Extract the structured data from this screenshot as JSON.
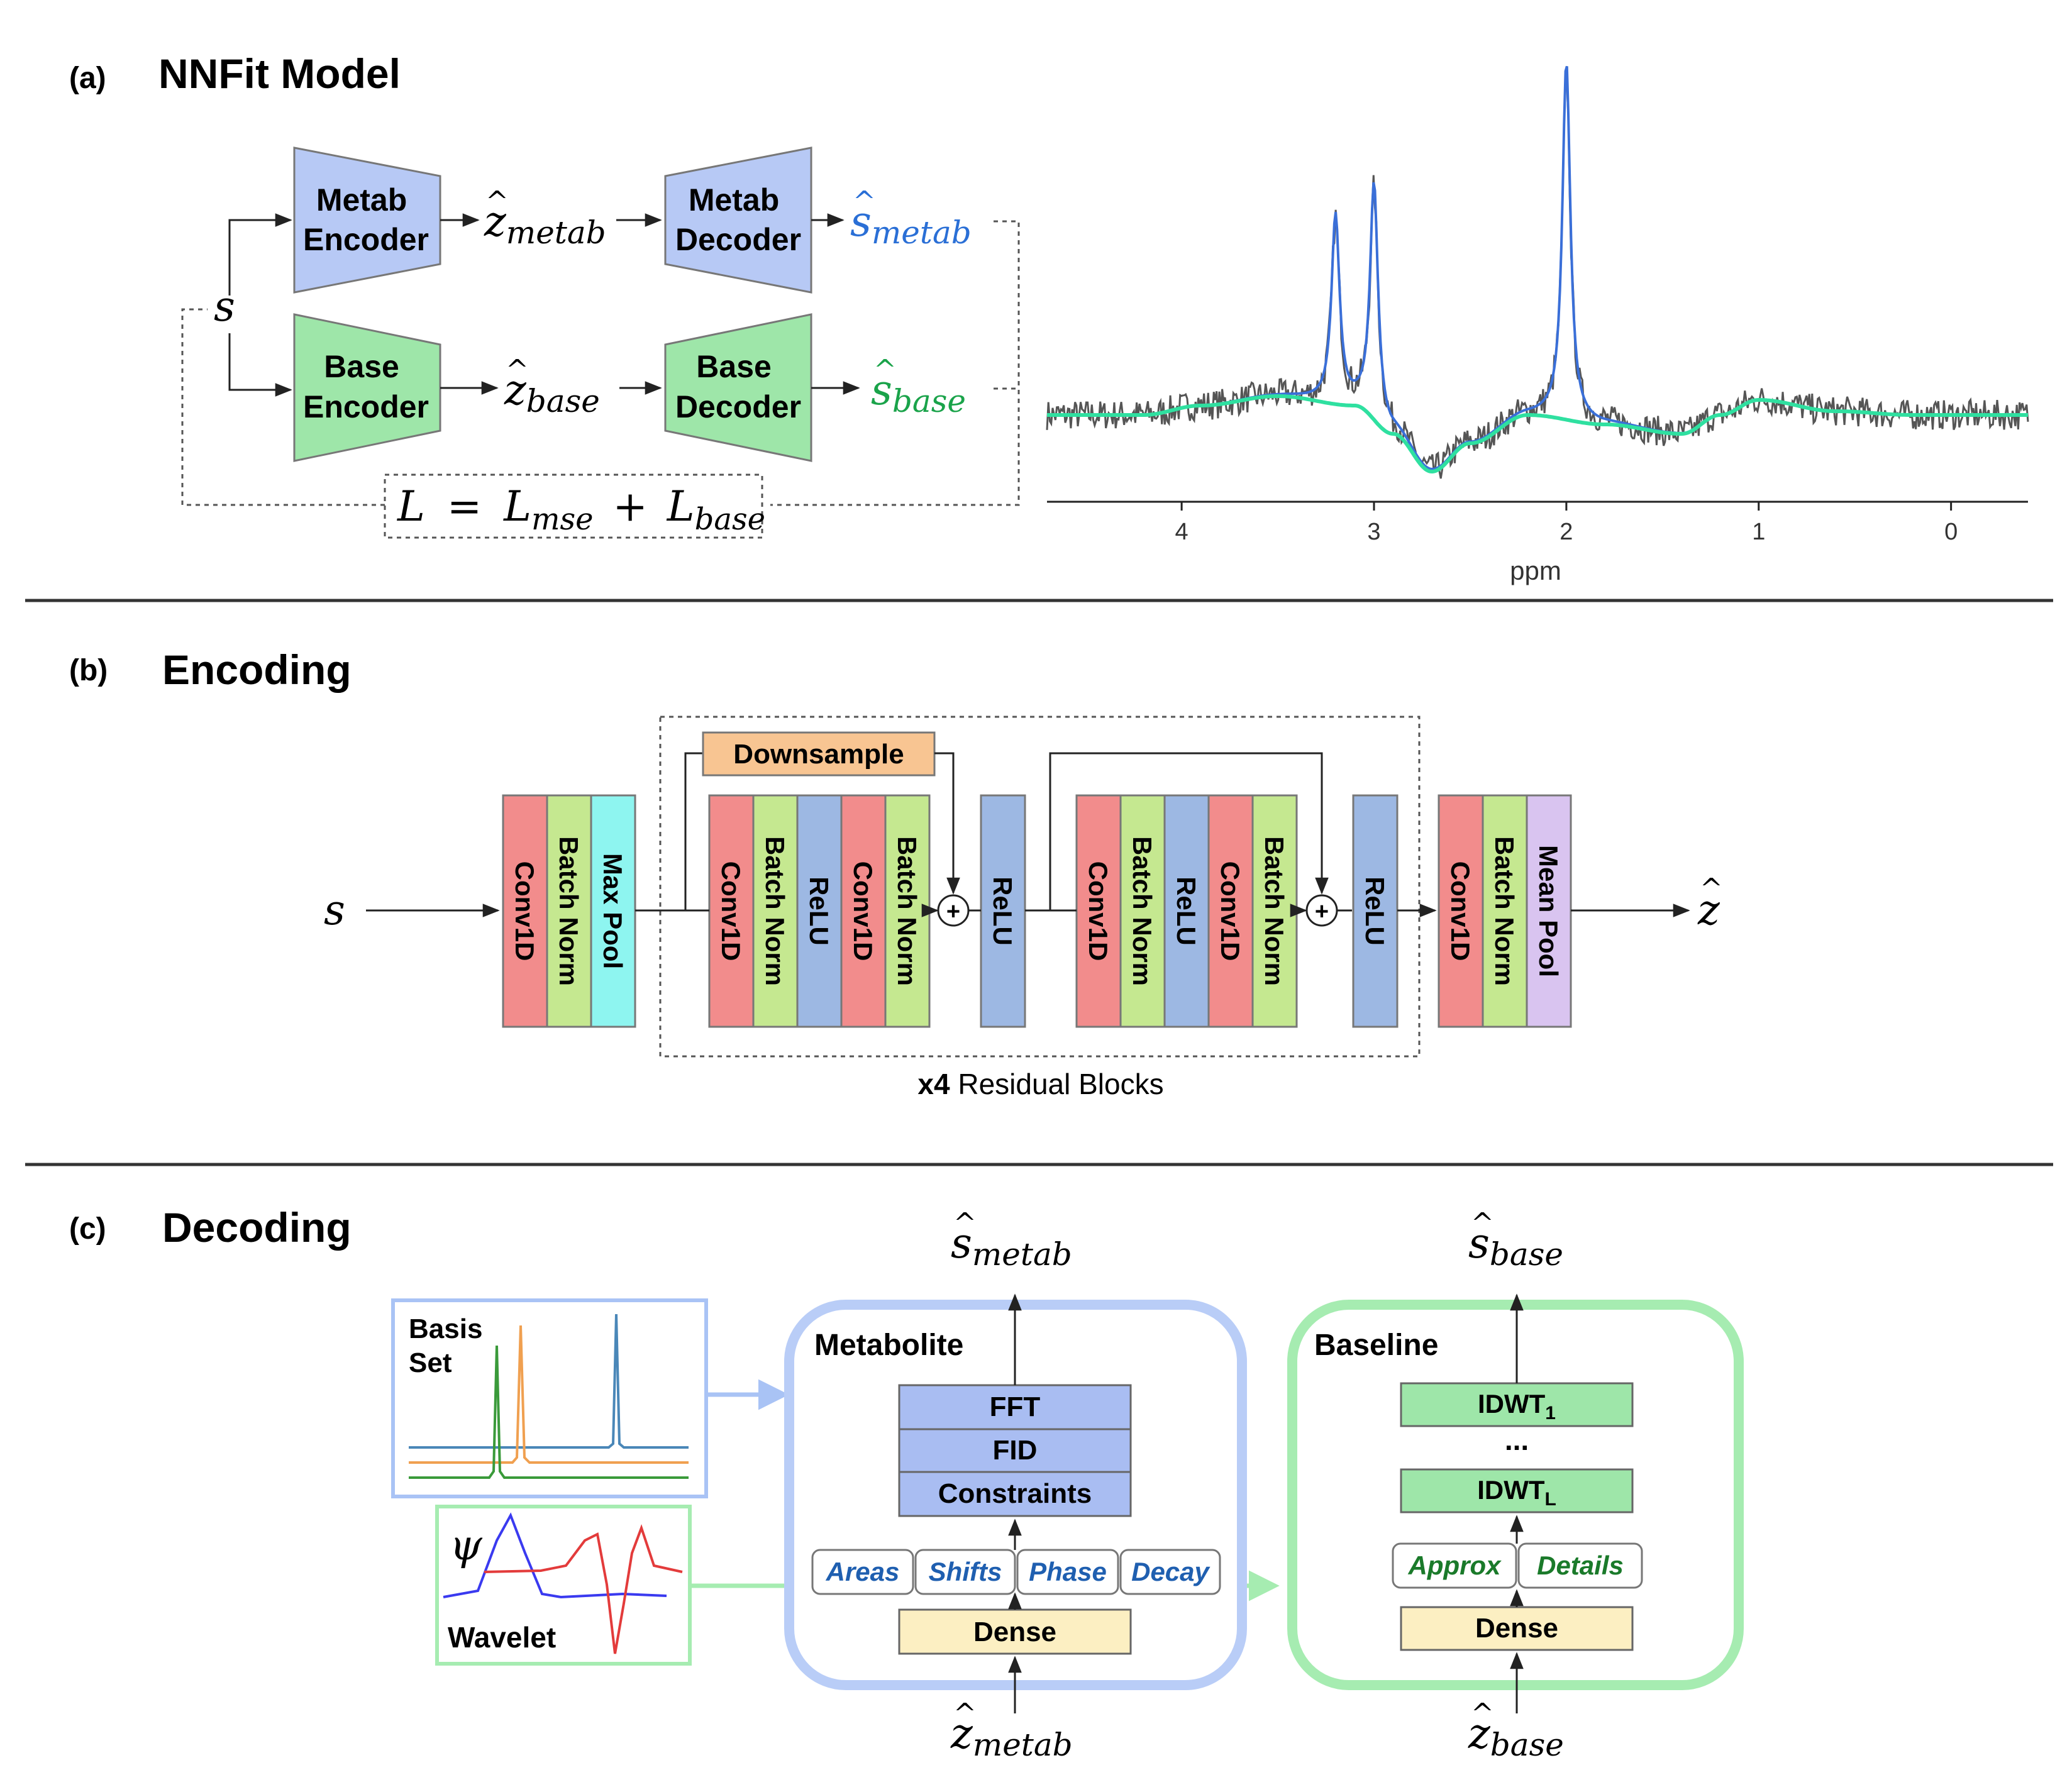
{
  "panels": {
    "a": {
      "tag": "(a)",
      "title": "NNFit Model"
    },
    "b": {
      "tag": "(b)",
      "title": "Encoding"
    },
    "c": {
      "tag": "(c)",
      "title": "Decoding"
    }
  },
  "model": {
    "input": "s",
    "metab_encoder": [
      "Metab",
      "Encoder"
    ],
    "metab_decoder": [
      "Metab",
      "Decoder"
    ],
    "base_encoder": [
      "Base",
      "Encoder"
    ],
    "base_decoder": [
      "Base",
      "Decoder"
    ],
    "z_metab": {
      "base": "z",
      "sub": "metab"
    },
    "z_base": {
      "base": "z",
      "sub": "base"
    },
    "s_metab": {
      "base": "s",
      "sub": "metab"
    },
    "s_base": {
      "base": "s",
      "sub": "base"
    },
    "loss": {
      "L": "L",
      "eq": "=",
      "L1": "L",
      "L1_sub": "mse",
      "plus": "+",
      "L2": "L",
      "L2_sub": "base"
    },
    "colors": {
      "metab_block": "#b7c9f5",
      "base_block": "#9ee6a9",
      "metab_text": "#2a6fd6",
      "base_text": "#1aa34a"
    }
  },
  "chart_data": {
    "type": "line",
    "xlabel": "ppm",
    "x_ticks": [
      "4",
      "3",
      "2",
      "1",
      "0"
    ],
    "xlim": [
      4.7,
      -0.4
    ],
    "x_reversed": true,
    "series": [
      {
        "color": "#555555",
        "peaks": [
          {
            "ppm": 3.2,
            "height": 1.0
          },
          {
            "ppm": 3.0,
            "height": 1.25
          },
          {
            "ppm": 2.0,
            "height": 1.9
          }
        ],
        "noise": true
      },
      {
        "color": "#3a6fd8",
        "peaks": [
          {
            "ppm": 3.2,
            "height": 1.0
          },
          {
            "ppm": 3.0,
            "height": 1.25
          },
          {
            "ppm": 2.0,
            "height": 1.9
          }
        ]
      },
      {
        "color": "#2fe0a0",
        "baseline_points": [
          [
            4.7,
            0.0
          ],
          [
            4.2,
            0.0
          ],
          [
            3.9,
            0.05
          ],
          [
            3.5,
            0.1
          ],
          [
            3.1,
            0.05
          ],
          [
            2.9,
            -0.1
          ],
          [
            2.7,
            -0.3
          ],
          [
            2.5,
            -0.15
          ],
          [
            2.2,
            0.0
          ],
          [
            1.8,
            -0.05
          ],
          [
            1.4,
            -0.1
          ],
          [
            1.2,
            0.0
          ],
          [
            1.0,
            0.08
          ],
          [
            0.6,
            0.02
          ],
          [
            0.2,
            0.0
          ],
          [
            -0.4,
            0.0
          ]
        ]
      }
    ]
  },
  "encoding": {
    "input": "s",
    "output": {
      "base": "z"
    },
    "stem": [
      "Conv1D",
      "Batch Norm",
      "Max Pool"
    ],
    "res_block_1": [
      "Conv1D",
      "Batch Norm",
      "ReLU",
      "Conv1D",
      "Batch Norm"
    ],
    "res_block_2": [
      "Conv1D",
      "Batch Norm",
      "ReLU",
      "Conv1D",
      "Batch Norm"
    ],
    "relu": "ReLU",
    "downsample": "Downsample",
    "head": [
      "Conv1D",
      "Batch Norm",
      "Mean Pool"
    ],
    "repeat_bold": "x4",
    "repeat_text": " Residual Blocks",
    "plus": "+",
    "colors": {
      "conv": "#f28c8c",
      "bn": "#c5e890",
      "relu": "#9db8e3",
      "maxpool": "#8ef5f0",
      "meanpool": "#d9c4f0",
      "downsample": "#f8c592"
    }
  },
  "decoding": {
    "basis_set": [
      "Basis",
      "Set"
    ],
    "wavelet_symbol": "ψ",
    "wavelet": "Wavelet",
    "metabolite_title": "Metabolite",
    "metabolite_stack": [
      "FFT",
      "FID",
      "Constraints"
    ],
    "metabolite_params": [
      "Areas",
      "Shifts",
      "Phase",
      "Decay"
    ],
    "dense": "Dense",
    "baseline_title": "Baseline",
    "idwt_1": {
      "base": "IDWT",
      "sub": "1"
    },
    "ellipsis": "...",
    "idwt_L": {
      "base": "IDWT",
      "sub": "L"
    },
    "baseline_params": [
      "Approx",
      "Details"
    ],
    "s_metab": {
      "base": "s",
      "sub": "metab"
    },
    "s_base": {
      "base": "s",
      "sub": "base"
    },
    "z_metab": {
      "base": "z",
      "sub": "metab"
    },
    "z_base": {
      "base": "z",
      "sub": "base"
    },
    "colors": {
      "metab_frame": "#b9cdf7",
      "base_frame": "#a6ecb1",
      "stack": "#a9bdf2",
      "idwt": "#9ee6a9",
      "dense": "#fcefc2",
      "param_metab": "#1f5fb0",
      "param_base": "#1a7a2a"
    }
  }
}
